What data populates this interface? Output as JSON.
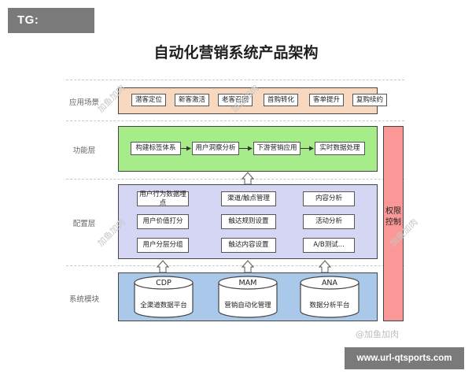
{
  "tag": "TG: MYYJJPP",
  "title": "自动化营销系统产品架构",
  "layer_labels": {
    "app": "应用场景",
    "function": "功能层",
    "config": "配置层",
    "system": "系统模块"
  },
  "app_scenarios": [
    "潜客定位",
    "新客激活",
    "老客召回",
    "首购转化",
    "客单提升",
    "复购续约"
  ],
  "function_flow": [
    "构建标签体系",
    "用户洞察分析",
    "下游营销应用",
    "实时数据处理"
  ],
  "config_items": {
    "col1": [
      "用户行为数据埋点",
      "用户价值打分",
      "用户分层分组"
    ],
    "col2": [
      "渠道/触点管理",
      "触达规则设置",
      "触达内容设置"
    ],
    "col3": [
      "内容分析",
      "活动分析",
      "A/B测试..."
    ]
  },
  "modules": [
    {
      "code": "CDP",
      "name": "全渠道数据平台"
    },
    {
      "code": "MAM",
      "name": "营销自动化管理"
    },
    {
      "code": "ANA",
      "name": "数据分析平台"
    }
  ],
  "permission": "权限控制",
  "watermark": "加鱼加肉",
  "watermark_credit": "@加鱼加肉",
  "url": "www.url-qtsports.com",
  "colors": {
    "app_layer": "#f8d9bf",
    "function_layer": "#a6ed8a",
    "config_layer": "#d5d5f4",
    "system_layer": "#a9c8ea",
    "permission_bar": "#fa9898"
  }
}
